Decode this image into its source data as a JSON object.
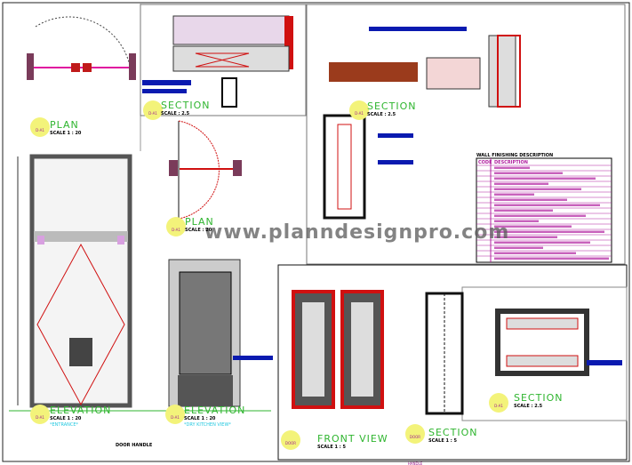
{
  "watermark": "www.planndesignpro.com",
  "views": {
    "plan_1": {
      "title": "PLAN",
      "scale": "SCALE   1   :   20",
      "tag": "D-A1"
    },
    "section_1": {
      "title": "SECTION",
      "scale": "SCALE   :   2.5",
      "tag": "D-A1"
    },
    "section_2": {
      "title": "SECTION",
      "scale": "SCALE   :   2.5",
      "tag": "D-A1"
    },
    "plan_2": {
      "title": "PLAN",
      "scale": "SCALE   :   20",
      "tag": "D-A1"
    },
    "elevation_1": {
      "title": "ELEVATION",
      "scale": "SCALE   1   :   20",
      "subtitle": "*ENTRANCE*",
      "tag": "D-A1"
    },
    "elevation_2": {
      "title": "ELEVATION",
      "scale": "SCALE   1   :   20",
      "subtitle": "*DRY KITCHEN VIEW*",
      "tag": "D-A1"
    },
    "front_view": {
      "title": "FRONT VIEW",
      "scale": "SCALE   1   :   5",
      "tag": "DOOR HANDLE"
    },
    "section_3": {
      "title": "SECTION",
      "scale": "SCALE  1  :  5",
      "tag": "DOOR HANDLE"
    },
    "section_4": {
      "title": "SECTION",
      "scale": "SCALE  :  2.5",
      "tag": "D-A1"
    }
  },
  "door_handle_note": "DOOR HANDLE",
  "finish_table": {
    "title": "WALL FINISHING DESCRIPTION",
    "headers": [
      "CODE",
      "DESCRIPTION"
    ]
  },
  "colors": {
    "green": "#2fb52f",
    "blue": "#0a1ab0",
    "red": "#d01010",
    "magenta": "#b0209f",
    "yellow": "#f3f37a"
  }
}
